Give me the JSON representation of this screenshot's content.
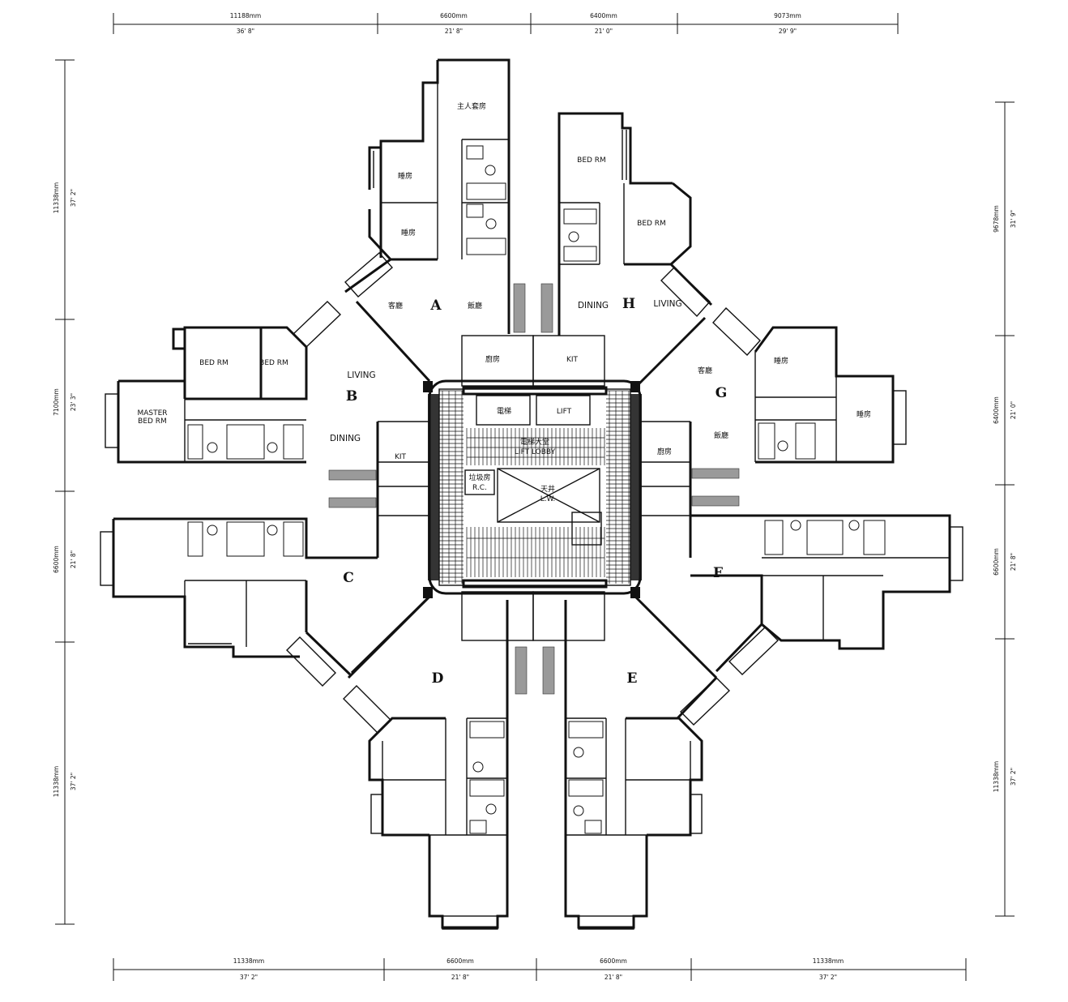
{
  "dimensions": {
    "top": [
      {
        "mm": "11188mm",
        "ft": "36' 8\""
      },
      {
        "mm": "6600mm",
        "ft": "21' 8\""
      },
      {
        "mm": "6400mm",
        "ft": "21' 0\""
      },
      {
        "mm": "9073mm",
        "ft": "29' 9\""
      }
    ],
    "bottom": [
      {
        "mm": "11338mm",
        "ft": "37' 2\""
      },
      {
        "mm": "6600mm",
        "ft": "21' 8\""
      },
      {
        "mm": "6600mm",
        "ft": "21' 8\""
      },
      {
        "mm": "11338mm",
        "ft": "37' 2\""
      }
    ],
    "left": [
      {
        "mm": "11338mm",
        "ft": "37' 2\""
      },
      {
        "mm": "7100mm",
        "ft": "23' 3\""
      },
      {
        "mm": "6600mm",
        "ft": "21' 8\""
      },
      {
        "mm": "11338mm",
        "ft": "37' 2\""
      }
    ],
    "right": [
      {
        "mm": "9678mm",
        "ft": "31' 9\""
      },
      {
        "mm": "6400mm",
        "ft": "21' 0\""
      },
      {
        "mm": "6600mm",
        "ft": "21' 8\""
      },
      {
        "mm": "11338mm",
        "ft": "37' 2\""
      }
    ]
  },
  "units": {
    "a": "A",
    "b": "B",
    "c": "C",
    "d": "D",
    "e": "E",
    "f": "F",
    "g": "G",
    "h": "H"
  },
  "rooms": {
    "a_master": "主人套房",
    "a_bed1": "睡房",
    "a_bed2": "睡房",
    "a_dining": "客廳",
    "a_living": "飯廳",
    "a_kit": "廚房",
    "h_bed1": "BED RM",
    "h_bed2": "BED RM",
    "h_dining": "DINING",
    "h_living": "LIVING",
    "h_kit": "KIT",
    "b_bed1": "BED RM",
    "b_bed2": "BED RM",
    "b_master_1": "MASTER",
    "b_master_2": "BED RM",
    "b_living": "LIVING",
    "b_dining": "DINING",
    "b_kit": "KIT",
    "g_living": "客廳",
    "g_bed1": "睡房",
    "g_bed2": "睡房",
    "g_dining": "飯廳",
    "g_kit": "廚房",
    "core_lift1": "電梯",
    "core_lift2": "LIFT",
    "core_lobby1": "電梯大堂",
    "core_lobby2": "LIFT LOBBY",
    "core_rc1": "垃圾房",
    "core_rc2": "R.C.",
    "core_void1": "天井",
    "core_void2": "L.W."
  }
}
